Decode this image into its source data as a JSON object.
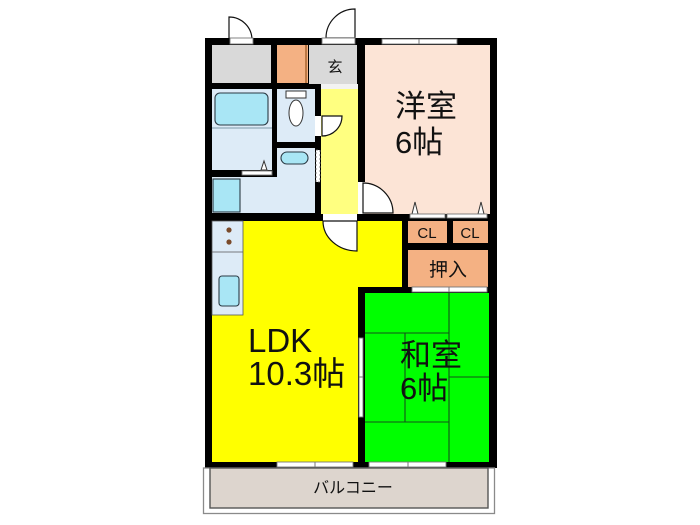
{
  "floor_plan": {
    "rooms": {
      "western_room": {
        "name": "洋室",
        "size": "6帖"
      },
      "ldk": {
        "name": "LDK",
        "size": "10.3帖"
      },
      "japanese_room": {
        "name": "和室",
        "size": "6帖"
      },
      "entrance": {
        "name": "玄"
      },
      "closet_1": {
        "name": "CL"
      },
      "closet_2": {
        "name": "CL"
      },
      "oshiire": {
        "name": "押入"
      },
      "balcony": {
        "name": "バルコニー"
      }
    },
    "colors": {
      "wall": "#000000",
      "storage": "#d9d9d9",
      "entrance": "#d9d9d9",
      "shoe_box": "#f4b183",
      "closet": "#f4b183",
      "hall": "#ffff80",
      "ldk": "#ffff00",
      "western_room": "#fce4d6",
      "japanese_room": "#00ff00",
      "wet_area": "#ddebf7",
      "fixture": "#a9e6f5",
      "balcony": "#ddd5ce",
      "step": "#f2f2f2"
    }
  }
}
